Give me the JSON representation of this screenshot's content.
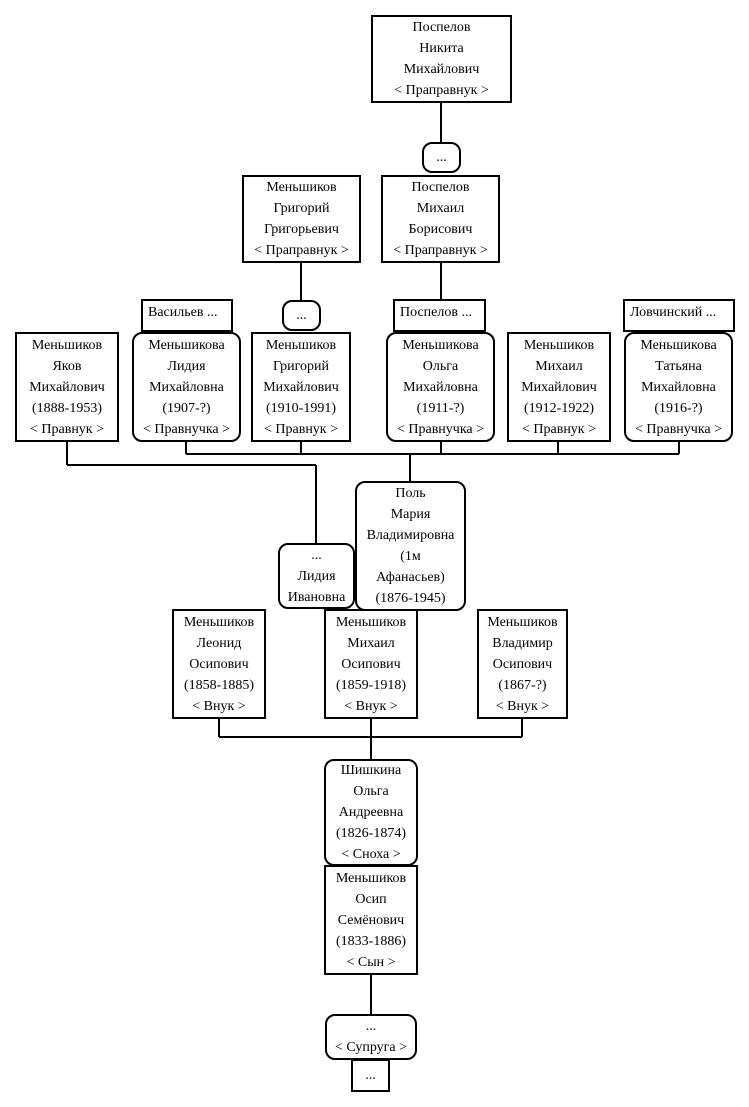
{
  "nodes": {
    "great3_grandson": {
      "lines": [
        "Поспелов",
        "Никита",
        "Михайлович",
        "< Праправнук >"
      ]
    },
    "ellipsis_top": {
      "lines": [
        "..."
      ]
    },
    "grigoriy_g": {
      "lines": [
        "Меньшиков",
        "Григорий",
        "Григорьевич",
        "< Праправнук >"
      ]
    },
    "mikhail_b": {
      "lines": [
        "Поспелов",
        "Михаил",
        "Борисович",
        "< Праправнук >"
      ]
    },
    "vasilyev": {
      "lines": [
        "Васильев ..."
      ]
    },
    "ellipsis_mid": {
      "lines": [
        "..."
      ]
    },
    "pospelov_small": {
      "lines": [
        "Поспелов ..."
      ]
    },
    "lovchinsky": {
      "lines": [
        "Ловчинский ..."
      ]
    },
    "yakov": {
      "lines": [
        "Меньшиков",
        "Яков",
        "Михайлович",
        "(1888-1953)",
        "< Правнук >"
      ]
    },
    "lidiya_m": {
      "lines": [
        "Меньшикова",
        "Лидия",
        "Михайловна",
        "(1907-?)",
        "< Правнучка >"
      ]
    },
    "grigoriy_m": {
      "lines": [
        "Меньшиков",
        "Григорий",
        "Михайлович",
        "(1910-1991)",
        "< Правнук >"
      ]
    },
    "olga_m": {
      "lines": [
        "Меньшикова",
        "Ольга",
        "Михайловна",
        "(1911-?)",
        "< Правнучка >"
      ]
    },
    "mikhail_m": {
      "lines": [
        "Меньшиков",
        "Михаил",
        "Михайлович",
        "(1912-1922)",
        "< Правнук >"
      ]
    },
    "tatyana_m": {
      "lines": [
        "Меньшикова",
        "Татьяна",
        "Михайловна",
        "(1916-?)",
        "< Правнучка >"
      ]
    },
    "pol_maria": {
      "lines": [
        "Поль",
        "Мария",
        "Владимировна",
        "(1м",
        "Афанасьев)",
        "(1876-1945)"
      ]
    },
    "lidiya_i": {
      "lines": [
        "...",
        "Лидия",
        "Ивановна"
      ]
    },
    "leonid": {
      "lines": [
        "Меньшиков",
        "Леонид",
        "Осипович",
        "(1858-1885)",
        "< Внук >"
      ]
    },
    "mikhail_o": {
      "lines": [
        "Меньшиков",
        "Михаил",
        "Осипович",
        "(1859-1918)",
        "< Внук >"
      ]
    },
    "vladimir_o": {
      "lines": [
        "Меньшиков",
        "Владимир",
        "Осипович",
        "(1867-?)",
        "< Внук >"
      ]
    },
    "olga_a": {
      "lines": [
        "Шишкина",
        "Ольга",
        "Андреевна",
        "(1826-1874)",
        "< Сноха >"
      ]
    },
    "osip": {
      "lines": [
        "Меньшиков",
        "Осип",
        "Семёнович",
        "(1833-1886)",
        "< Сын >"
      ]
    },
    "spouse": {
      "lines": [
        "...",
        "< Супруга >"
      ]
    },
    "ellipsis_bottom": {
      "lines": [
        "..."
      ]
    }
  }
}
